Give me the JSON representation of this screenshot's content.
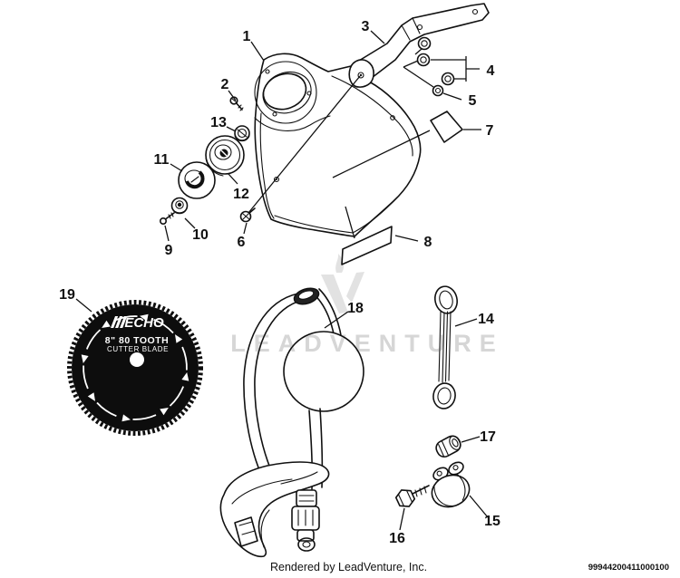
{
  "colors": {
    "ink": "#111111",
    "watermark": "#d6d6d6",
    "blade_fill": "#0d0d0d"
  },
  "watermark": {
    "text": "LEADVENTURE"
  },
  "footer": {
    "rendered_by": "Rendered by LeadVenture, Inc.",
    "part_number": "99944200411000100"
  },
  "blade": {
    "brand": "ECHO",
    "size_line": "8\" 80 TOOTH",
    "type_line": "CUTTER BLADE"
  },
  "callouts": {
    "c1": "1",
    "c2": "2",
    "c3": "3",
    "c4": "4",
    "c5": "5",
    "c6": "6",
    "c7": "7",
    "c8": "8",
    "c9": "9",
    "c10": "10",
    "c11": "11",
    "c12": "12",
    "c13": "13",
    "c14": "14",
    "c15": "15",
    "c16": "16",
    "c17": "17",
    "c18": "18",
    "c19": "19"
  }
}
